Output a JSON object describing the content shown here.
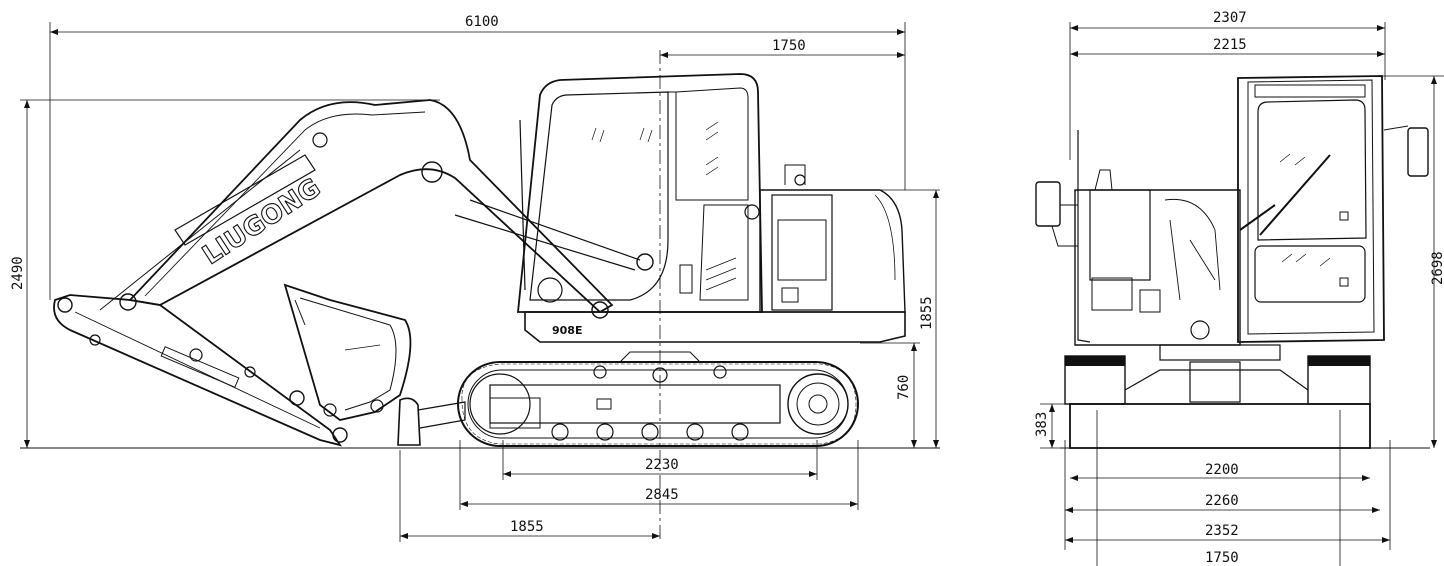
{
  "side_view": {
    "overall_length": "6100",
    "tail_swing": "1750",
    "transport_height": "2490",
    "counterweight_top": "1855",
    "counterweight_clearance": "760",
    "tumbler_distance": "2230",
    "track_length": "2845",
    "front_reach": "1855",
    "brand_logo": "LIUGONG",
    "model_badge": "908E"
  },
  "front_view": {
    "overall_width_top": "2307",
    "upper_width": "2215",
    "cab_height": "2698",
    "track_height": "383",
    "track_gauge_outer": "2200",
    "track_width_1": "2260",
    "track_width_2": "2352",
    "track_center": "1750"
  },
  "colors": {
    "line": "#111111",
    "background": "#ffffff"
  }
}
